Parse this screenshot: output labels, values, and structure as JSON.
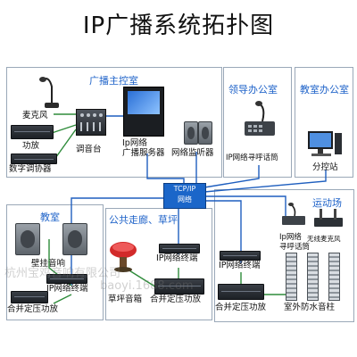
{
  "title": "IP广播系统拓扑图",
  "zones": {
    "control_room": "广播主控室",
    "leader_office": "领导办公室",
    "classroom_office": "教室办公室",
    "sports_field": "运动场",
    "classroom": "教室",
    "public_corridor": "公共走廊、草坪"
  },
  "labels": {
    "microphone": "麦克风",
    "amplifier": "功放",
    "digital_tuner": "数字调协器",
    "mixer": "调音台",
    "broadcast_server": "Ip网络\n广播服务器",
    "network_monitor": "网络监听器",
    "ip_paging_mic_leader": "IP网络寻呼话筒",
    "sub_station": "分控站",
    "network_box": "TCP/IP\n网络",
    "wireless_mic": "无线麦克风",
    "ip_paging_mic_sports": "Ip网络\n寻呼话筒",
    "wall_speaker": "壁挂音响",
    "ip_terminal_classroom": "IP网络终端",
    "combined_amp_classroom": "合并定压功放",
    "ip_terminal_corridor": "IP网络终端",
    "lawn_speaker": "草坪音箱",
    "combined_amp_corridor": "合并定压功放",
    "ip_terminal_sports": "IP网络终端",
    "combined_amp_sports": "合并定压功放",
    "outdoor_column": "室外防水音柱"
  },
  "watermarks": [
    "杭州宝鸡音响有限公司",
    "baoyi.1688.com"
  ],
  "colors": {
    "accent": "#1f63c9",
    "line_blue": "#1f5fbf",
    "line_green": "#2e8b3a",
    "zone_border": "#9aa8b8"
  }
}
